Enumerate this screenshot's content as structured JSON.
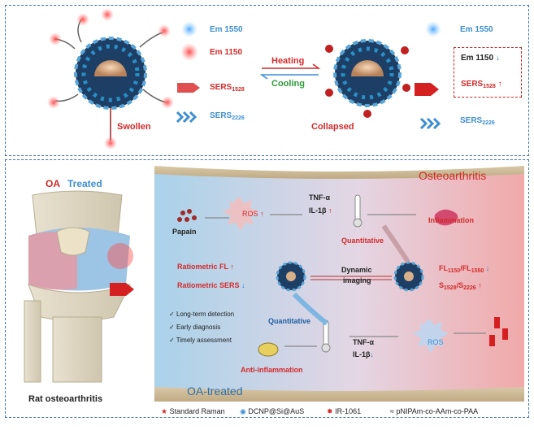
{
  "top": {
    "em1550": "Em 1550",
    "em1150": "Em 1150",
    "sers1528_main": "SERS",
    "sers1528_sub": "1528",
    "sers2226_main": "SERS",
    "sers2226_sub": "2226",
    "heating": "Heating",
    "cooling": "Cooling",
    "swollen": "Swollen",
    "collapsed": "Collapsed",
    "em1550_r": "Em 1550",
    "em1150_r": "Em 1150",
    "sers1528_r_main": "SERS",
    "sers1528_r_sub": "1528",
    "sers2226_r_main": "SERS",
    "sers2226_r_sub": "2226"
  },
  "left": {
    "oa": "OA",
    "treated": "Treated",
    "caption": "Rat osteoarthritis"
  },
  "main": {
    "osteoarthritis": "Osteoarthritis",
    "oa_treated": "OA-treated",
    "papain": "Papain",
    "ros_top": "ROS",
    "tnf_top": "TNF-α",
    "il_top": "IL-1β",
    "inflammation": "Inflammation",
    "quantitative_top": "Quantitative",
    "ratiometric_fl": "Ratiometric FL",
    "ratiometric_sers": "Ratiometric SERS",
    "dynamic": "Dynamic",
    "imaging": "imaging",
    "fl_ratio_a": "FL",
    "fl_ratio_a_sub": "1150",
    "fl_ratio_b": "/FL",
    "fl_ratio_b_sub": "1550",
    "s_ratio_a": "S",
    "s_ratio_a_sub": "1528",
    "s_ratio_b": "/S",
    "s_ratio_b_sub": "2226",
    "quantitative_bottom": "Quantitative",
    "checks": [
      "Long-term detection",
      "Early diagnosis",
      "Timely assessment"
    ],
    "tnf_bottom": "TNF-α",
    "il_bottom": "IL-1β",
    "ros_bottom": "ROS",
    "anti_inflammation": "Anti-inflammation"
  },
  "legend": {
    "standard_raman": "Standard Raman",
    "dcnp": "DCNP@Si@AuS",
    "ir": "IR-1061",
    "polymer": "pNIPAm-co-AAm-co-PAA"
  },
  "colors": {
    "frame": "#3f6fb5",
    "red": "#d42a2a",
    "blue": "#3e8fd0",
    "green": "#2e9a3a"
  }
}
